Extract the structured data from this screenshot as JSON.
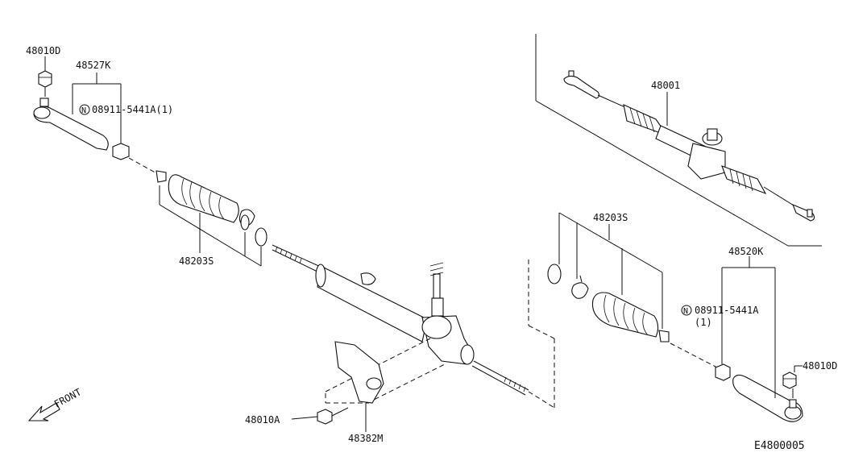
{
  "labels": {
    "tie_rod_end_nut_left": "48010D",
    "tie_rod_end_left": "48527K",
    "lock_nut_left": "08911-5441A(1)",
    "boot_kit_left": "48203S",
    "boot_kit_right": "48203S",
    "gear_assembly": "48001",
    "tie_rod_end_right": "48520K",
    "lock_nut_right_code": "08911-5441A",
    "lock_nut_right_qty": "(1)",
    "tie_rod_end_nut_right": "48010D",
    "mount_bolt": "48010A",
    "mount_bracket": "48382M",
    "front_direction": "FRONT",
    "diagram_code": "E4800005"
  },
  "n_symbol": "N",
  "colors": {
    "line": "#111111",
    "background": "#ffffff"
  }
}
